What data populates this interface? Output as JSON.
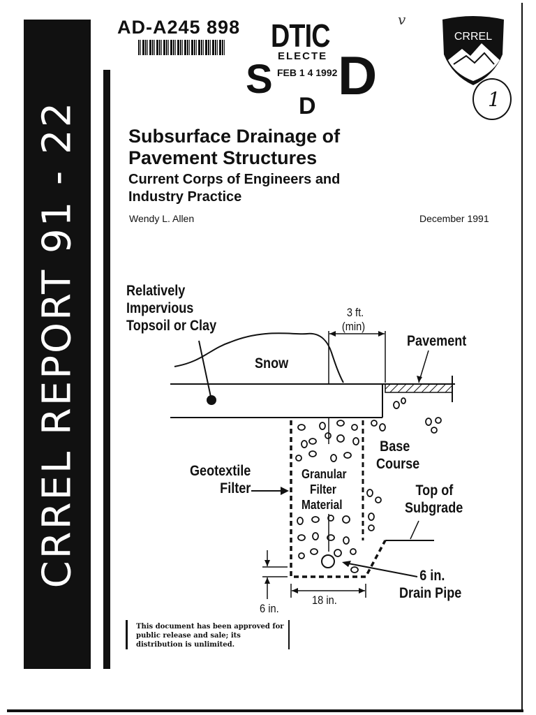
{
  "spine": {
    "text": "CRREL REPORT    91 - 22"
  },
  "header": {
    "ad_number": "AD-A245 898",
    "dtic": {
      "word": "DTIC",
      "line1": "ELECTE",
      "line2": "FEB 1 4 1992",
      "letter_s": "S",
      "letter_d_big": "D",
      "letter_d_small": "D"
    },
    "logo_text": "CRREL",
    "handwritten_number": "1",
    "handwritten_initials": "v"
  },
  "report": {
    "title_line1": "Subsurface Drainage of",
    "title_line2": "Pavement Structures",
    "subtitle_line1": "Current Corps of Engineers and",
    "subtitle_line2": "Industry Practice",
    "author": "Wendy L. Allen",
    "date": "December 1991"
  },
  "diagram": {
    "label_topsoil": [
      "Relatively",
      "Impervious",
      "Topsoil or Clay"
    ],
    "label_dim_3ft": [
      "3 ft.",
      "(min)"
    ],
    "label_pavement": "Pavement",
    "label_snow": "Snow",
    "label_base_course": [
      "Base",
      "Course"
    ],
    "label_geotextile": [
      "Geotextile",
      "Filter"
    ],
    "label_granular": [
      "Granular",
      "Filter",
      "Material"
    ],
    "label_top_of_subgrade": [
      "Top of",
      "Subgrade"
    ],
    "label_drain_pipe": [
      "6 in.",
      "Drain Pipe"
    ],
    "label_dim_18in": "18 in.",
    "label_dim_6in": "6 in."
  },
  "release_stamp": "This document has been approved for public release and sale; its distribution is unlimited."
}
